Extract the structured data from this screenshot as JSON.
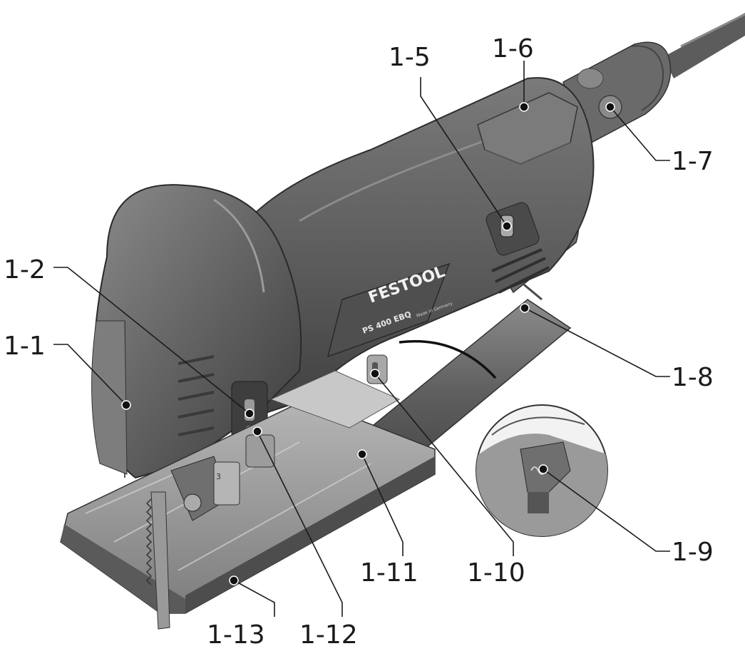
{
  "product": {
    "brand": "FESTOOL",
    "model": "PS 400 EBQ",
    "made_in": "Made in Germany"
  },
  "speed_setting_mark": "3",
  "callouts": [
    {
      "id": "1-1",
      "label": "1-1"
    },
    {
      "id": "1-2",
      "label": "1-2"
    },
    {
      "id": "1-5",
      "label": "1-5"
    },
    {
      "id": "1-6",
      "label": "1-6"
    },
    {
      "id": "1-7",
      "label": "1-7"
    },
    {
      "id": "1-8",
      "label": "1-8"
    },
    {
      "id": "1-9",
      "label": "1-9"
    },
    {
      "id": "1-10",
      "label": "1-10"
    },
    {
      "id": "1-11",
      "label": "1-11"
    },
    {
      "id": "1-12",
      "label": "1-12"
    },
    {
      "id": "1-13",
      "label": "1-13"
    }
  ]
}
